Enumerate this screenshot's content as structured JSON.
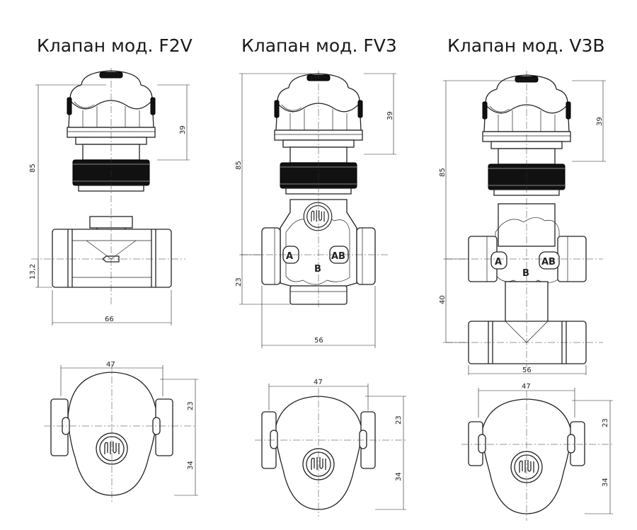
{
  "titles": [
    "Клапан мод. F2V",
    "Клапан мод. FV3",
    "Клапан мод. V3B"
  ],
  "dimensions": {
    "f2v": {
      "height": "85",
      "head": "39",
      "offset": "13,2",
      "width": "66",
      "top_width": "47",
      "top_upper": "23",
      "top_lower": "34"
    },
    "fv3": {
      "height": "85",
      "head": "39",
      "offset": "23",
      "width": "56",
      "top_width": "47",
      "top_upper": "23",
      "top_lower": "34"
    },
    "v3b": {
      "height": "85",
      "head": "39",
      "offset": "40",
      "width": "56",
      "top_width": "47",
      "top_upper": "23",
      "top_lower": "34"
    }
  },
  "ports": {
    "a": "A",
    "b": "B",
    "ab": "AB"
  },
  "colors": {
    "line": "#222222",
    "fill_dark": "#111111",
    "background": "#ffffff"
  }
}
